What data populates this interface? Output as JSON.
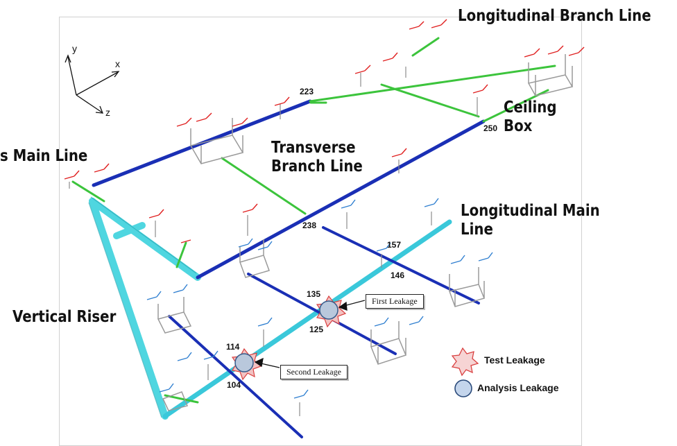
{
  "labels": {
    "longitudinal_branch_line": "Longitudinal Branch Line",
    "ceiling_box": [
      "Ceiling",
      "Box"
    ],
    "cross_main_line": "s Main Line",
    "transverse_branch_line": [
      "Transverse",
      "Branch Line"
    ],
    "longitudinal_main_line": [
      "Longitudinal Main",
      "Line"
    ],
    "vertical_riser": "Vertical Riser"
  },
  "node_numbers": {
    "n223": "223",
    "n250": "250",
    "n238": "238",
    "n157": "157",
    "n146": "146",
    "n135": "135",
    "n125": "125",
    "n114": "114",
    "n104": "104"
  },
  "axes": {
    "x": "x",
    "y": "y",
    "z": "z"
  },
  "callouts": {
    "first": "First Leakage",
    "second": "Second Leakage"
  },
  "legend": [
    {
      "label": "Test Leakage",
      "icon": "red-star-icon",
      "color": "#e86a6a"
    },
    {
      "label": "Analysis Leakage",
      "icon": "blue-circle-icon",
      "color": "#bcd0e8"
    }
  ],
  "colors": {
    "cross_main": "#1a2fb5",
    "branch": "#3cc43c",
    "riser": "#4fd6e0",
    "longitudinal_main": "#3ac8da",
    "support": "#9a9a9a",
    "arrow_red": "#e02020",
    "arrow_blue": "#2f7fd0"
  }
}
